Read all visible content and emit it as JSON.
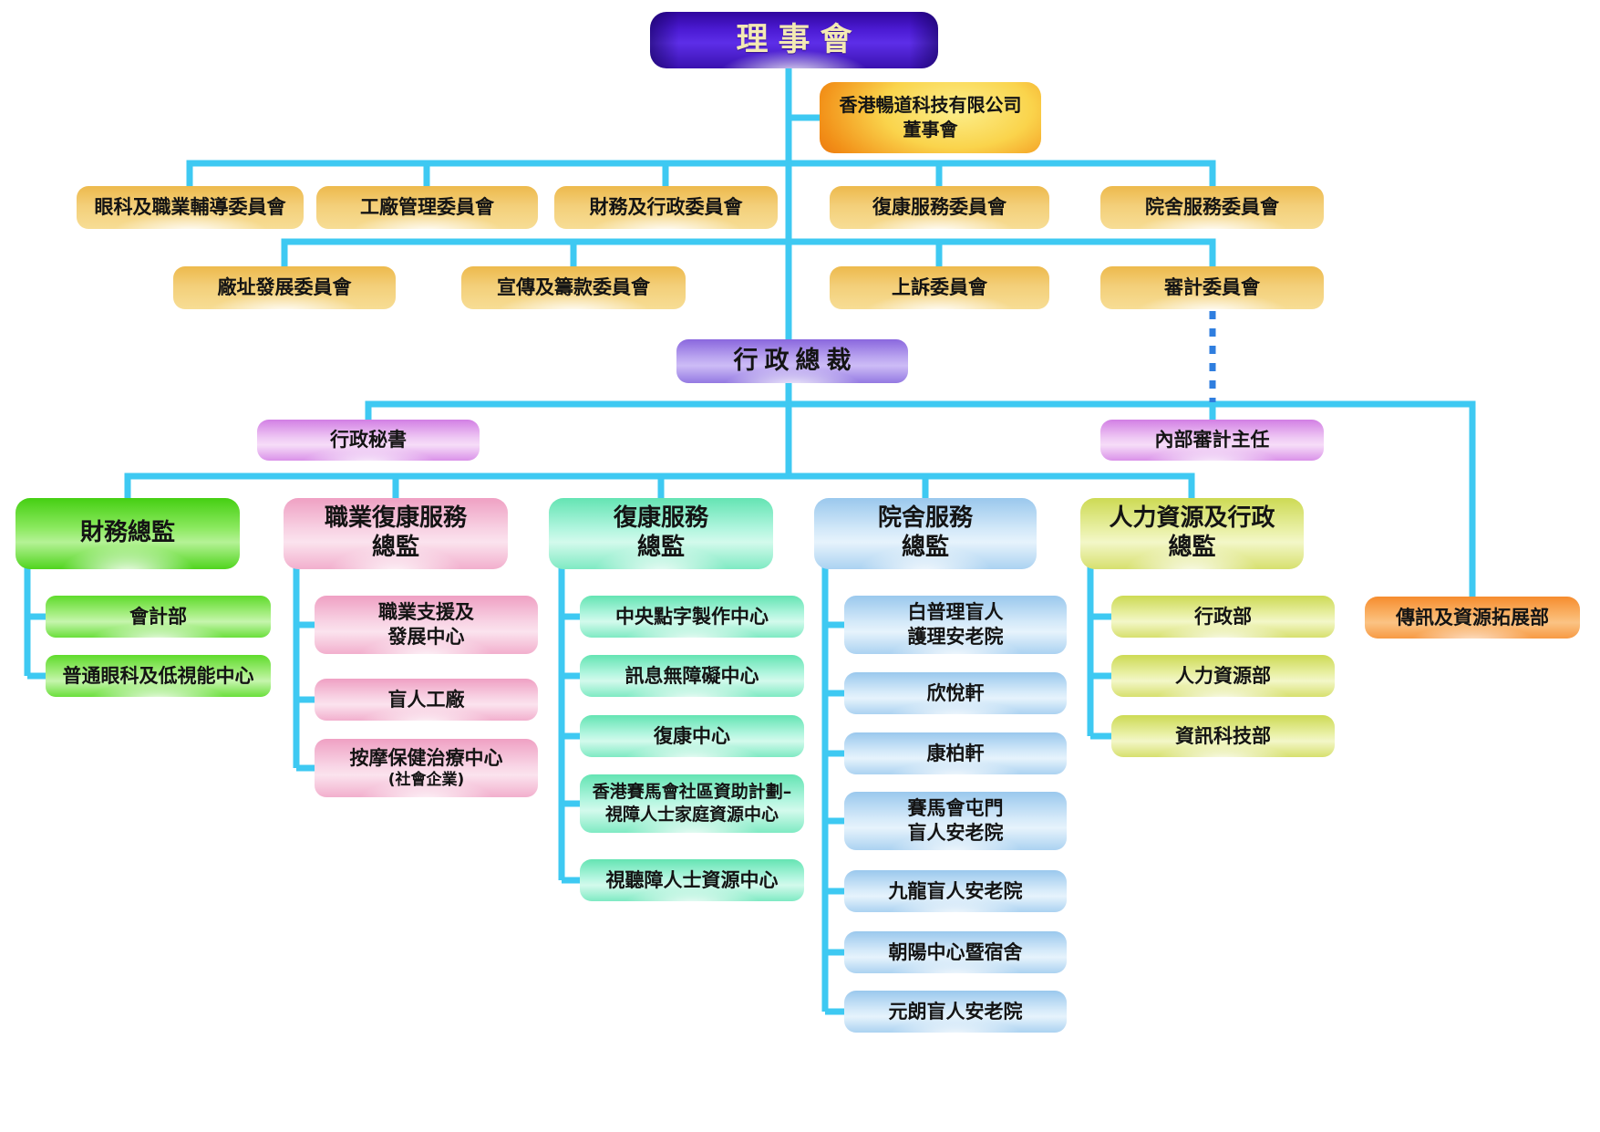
{
  "board": {
    "label": "理事會"
  },
  "subsidiary_board": {
    "line1": "香港暢道科技有限公司",
    "line2": "董事會"
  },
  "committees_row1": [
    {
      "label": "眼科及職業輔導委員會"
    },
    {
      "label": "工廠管理委員會"
    },
    {
      "label": "財務及行政委員會"
    },
    {
      "label": "復康服務委員會"
    },
    {
      "label": "院舍服務委員會"
    }
  ],
  "committees_row2": [
    {
      "label": "廠址發展委員會"
    },
    {
      "label": "宣傳及籌款委員會"
    },
    {
      "label": "上訴委員會"
    },
    {
      "label": "審計委員會"
    }
  ],
  "ceo": {
    "label": "行政總裁"
  },
  "executive_secretary": {
    "label": "行政秘書"
  },
  "internal_audit_head": {
    "label": "內部審計主任"
  },
  "communications_dept": {
    "label": "傳訊及資源拓展部"
  },
  "divisions": [
    {
      "title1": "財務總監",
      "children": [
        {
          "line1": "會計部"
        },
        {
          "line1": "普通眼科及低視能中心"
        }
      ]
    },
    {
      "title1": "職業復康服務",
      "title2": "總監",
      "children": [
        {
          "line1": "職業支援及",
          "line2": "發展中心"
        },
        {
          "line1": "盲人工廠"
        },
        {
          "line1": "按摩保健治療中心",
          "line2": "(社會企業)"
        }
      ]
    },
    {
      "title1": "復康服務",
      "title2": "總監",
      "children": [
        {
          "line1": "中央點字製作中心"
        },
        {
          "line1": "訊息無障礙中心"
        },
        {
          "line1": "復康中心"
        },
        {
          "line1": "香港賽馬會社區資助計劃–",
          "line2": "視障人士家庭資源中心"
        },
        {
          "line1": "視聽障人士資源中心"
        }
      ]
    },
    {
      "title1": "院舍服務",
      "title2": "總監",
      "children": [
        {
          "line1": "白普理盲人",
          "line2": "護理安老院"
        },
        {
          "line1": "欣悅軒"
        },
        {
          "line1": "康柏軒"
        },
        {
          "line1": "賽馬會屯門",
          "line2": "盲人安老院"
        },
        {
          "line1": "九龍盲人安老院"
        },
        {
          "line1": "朝陽中心暨宿舍"
        },
        {
          "line1": "元朗盲人安老院"
        }
      ]
    },
    {
      "title1": "人力資源及行政",
      "title2": "總監",
      "children": [
        {
          "line1": "行政部"
        },
        {
          "line1": "人力資源部"
        },
        {
          "line1": "資訊科技部"
        }
      ]
    }
  ],
  "colors": {
    "connector": "#3EC9F2",
    "dotted_connector": "#2F7EDF",
    "board_fill": "#4C1BD4",
    "board_text": "#F3E9B4",
    "committee_fill": "#F3CF79",
    "subsidiary_fill": "#F8B32E",
    "ceo_fill": "#BBA6F0",
    "secretary_fill": "#EFC9F4",
    "finance_fill": "#8BE95F",
    "vocational_rehab_fill": "#F8D3E4",
    "rehab_fill": "#B4F6E0",
    "residential_fill": "#D4E9F9",
    "hr_admin_fill": "#E9F0A6",
    "communications_fill": "#FAB56B"
  }
}
